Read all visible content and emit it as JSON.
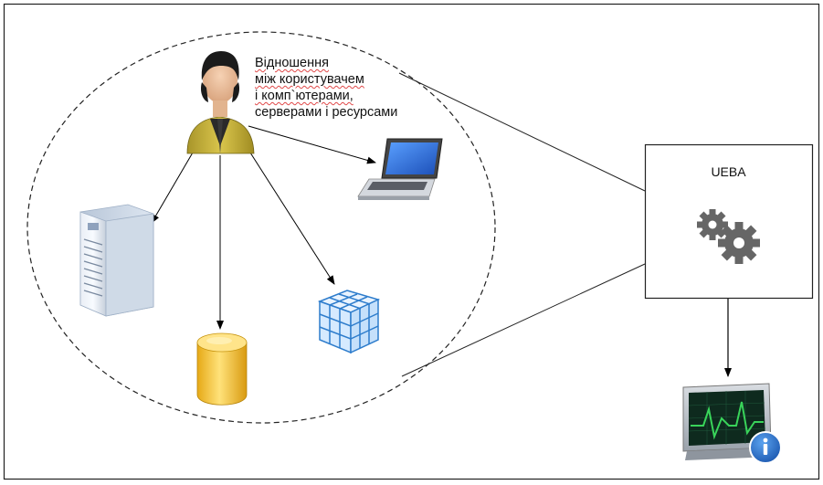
{
  "diagram": {
    "relation_label": {
      "lines": [
        "Відношення",
        "між користувачем",
        "і комп`ютерами,",
        "серверами і  ресурсами"
      ]
    },
    "ueba_box": {
      "title": "UEBA",
      "icon": "gears-icon"
    },
    "nodes": [
      {
        "name": "user",
        "icon": "user-avatar-icon"
      },
      {
        "name": "laptop",
        "icon": "laptop-icon"
      },
      {
        "name": "server",
        "icon": "server-tower-icon"
      },
      {
        "name": "database",
        "icon": "database-cylinder-icon"
      },
      {
        "name": "resources",
        "icon": "data-cube-icon"
      },
      {
        "name": "monitor",
        "icon": "monitor-info-icon"
      }
    ],
    "colors": {
      "user_shirt": "#c9b43c",
      "database": "#f2c230",
      "cube": "#3f8fd6",
      "monitor_wave": "#2ec34a",
      "info_badge": "#2a6fc9",
      "gears": "#666666"
    }
  }
}
